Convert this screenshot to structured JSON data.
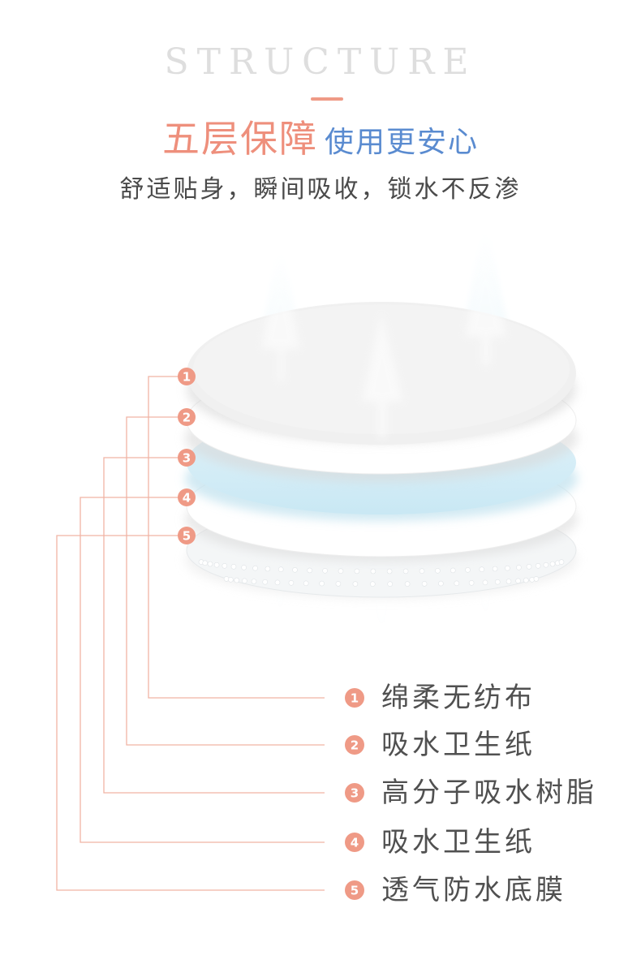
{
  "header": {
    "eyebrow": "STRUCTURE",
    "title_pink": "五层保障",
    "title_blue": "使用更安心",
    "subtitle": "舒适贴身，瞬间吸收，锁水不反渗"
  },
  "layers": [
    {
      "number": "1",
      "label": "绵柔无纺布"
    },
    {
      "number": "2",
      "label": "吸水卫生纸"
    },
    {
      "number": "3",
      "label": "高分子吸水树脂"
    },
    {
      "number": "4",
      "label": "吸水卫生纸"
    },
    {
      "number": "5",
      "label": "透气防水底膜"
    }
  ],
  "colors": {
    "accent_pink": "#ef9a86",
    "title_blue": "#5a8bd0",
    "layer_blue": "#d3ecf6",
    "arrow_blue": "#e1f3f9",
    "text_gray": "#505050"
  }
}
